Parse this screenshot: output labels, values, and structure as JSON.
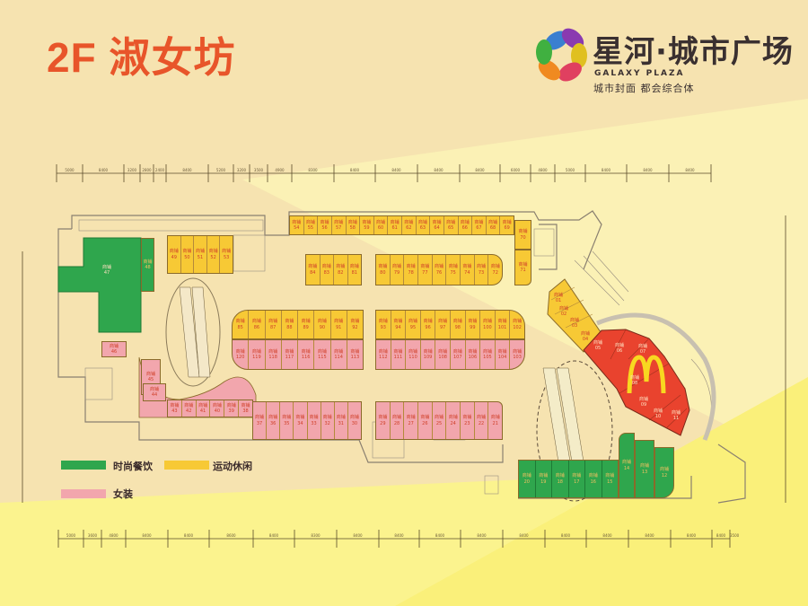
{
  "header": {
    "title": "2F 淑女坊"
  },
  "brand": {
    "name_cn": "星河·城市广场",
    "name_en": "GALAXY PLAZA",
    "slogan": "城市封面 都会综合体"
  },
  "legend": [
    {
      "label": "时尚餐饮",
      "color": "#2fa64d"
    },
    {
      "label": "运动休闲",
      "color": "#f7c935"
    },
    {
      "label": "女装",
      "color": "#f2a6ad"
    }
  ],
  "shop_label": "商铺",
  "dimensions": {
    "top": [
      "5000",
      "8400",
      "3200",
      "2800",
      "2400",
      "8400",
      "5200",
      "3200",
      "3500",
      "4900",
      "8300",
      "8400",
      "8400",
      "8400",
      "8400",
      "6000",
      "4800",
      "5000",
      "8400",
      "8400",
      "8400"
    ],
    "bottom": [
      "5000",
      "3600",
      "4800",
      "8400",
      "8400",
      "8600",
      "8400",
      "8300",
      "8400",
      "8400",
      "8400",
      "8400",
      "8400",
      "8400",
      "8400",
      "8400",
      "8400",
      "8400",
      "3500"
    ]
  },
  "shops": {
    "top_row": [
      "54",
      "55",
      "56",
      "57",
      "58",
      "59",
      "60",
      "61",
      "62",
      "63",
      "64",
      "65",
      "66",
      "67",
      "68",
      "69"
    ],
    "s70": [
      "70"
    ],
    "s71": [
      "71"
    ],
    "row84": [
      "84",
      "83",
      "82",
      "81"
    ],
    "row80": [
      "80",
      "79",
      "78",
      "77",
      "76",
      "75",
      "74",
      "73",
      "72"
    ],
    "row85": [
      "85",
      "86",
      "87",
      "88",
      "89",
      "90",
      "91",
      "92"
    ],
    "row120": [
      "120",
      "119",
      "118",
      "117",
      "116",
      "115",
      "114",
      "113"
    ],
    "row93": [
      "93",
      "94",
      "95",
      "96",
      "97",
      "98",
      "99",
      "100",
      "101",
      "102"
    ],
    "row112": [
      "112",
      "111",
      "110",
      "109",
      "108",
      "107",
      "106",
      "105",
      "104",
      "103"
    ],
    "row49": [
      "49",
      "50",
      "51",
      "52",
      "53"
    ],
    "s48": [
      "48"
    ],
    "s46": [
      "46"
    ],
    "s45": [
      "45"
    ],
    "s44": [
      "44"
    ],
    "row43": [
      "43",
      "42",
      "41",
      "40",
      "39",
      "38"
    ],
    "row37": [
      "37",
      "36",
      "35",
      "34",
      "33",
      "32",
      "31",
      "30"
    ],
    "row29": [
      "29",
      "28",
      "27",
      "26",
      "25",
      "24",
      "23",
      "22",
      "21"
    ],
    "row20": [
      "20",
      "19",
      "18",
      "17",
      "16",
      "15"
    ],
    "s14": [
      "14"
    ],
    "s13": [
      "13"
    ],
    "s12": [
      "12"
    ],
    "s47": "47",
    "orange": [
      "01",
      "02",
      "03",
      "04"
    ],
    "red": [
      "05",
      "06",
      "07",
      "08",
      "09",
      "10",
      "11"
    ]
  }
}
